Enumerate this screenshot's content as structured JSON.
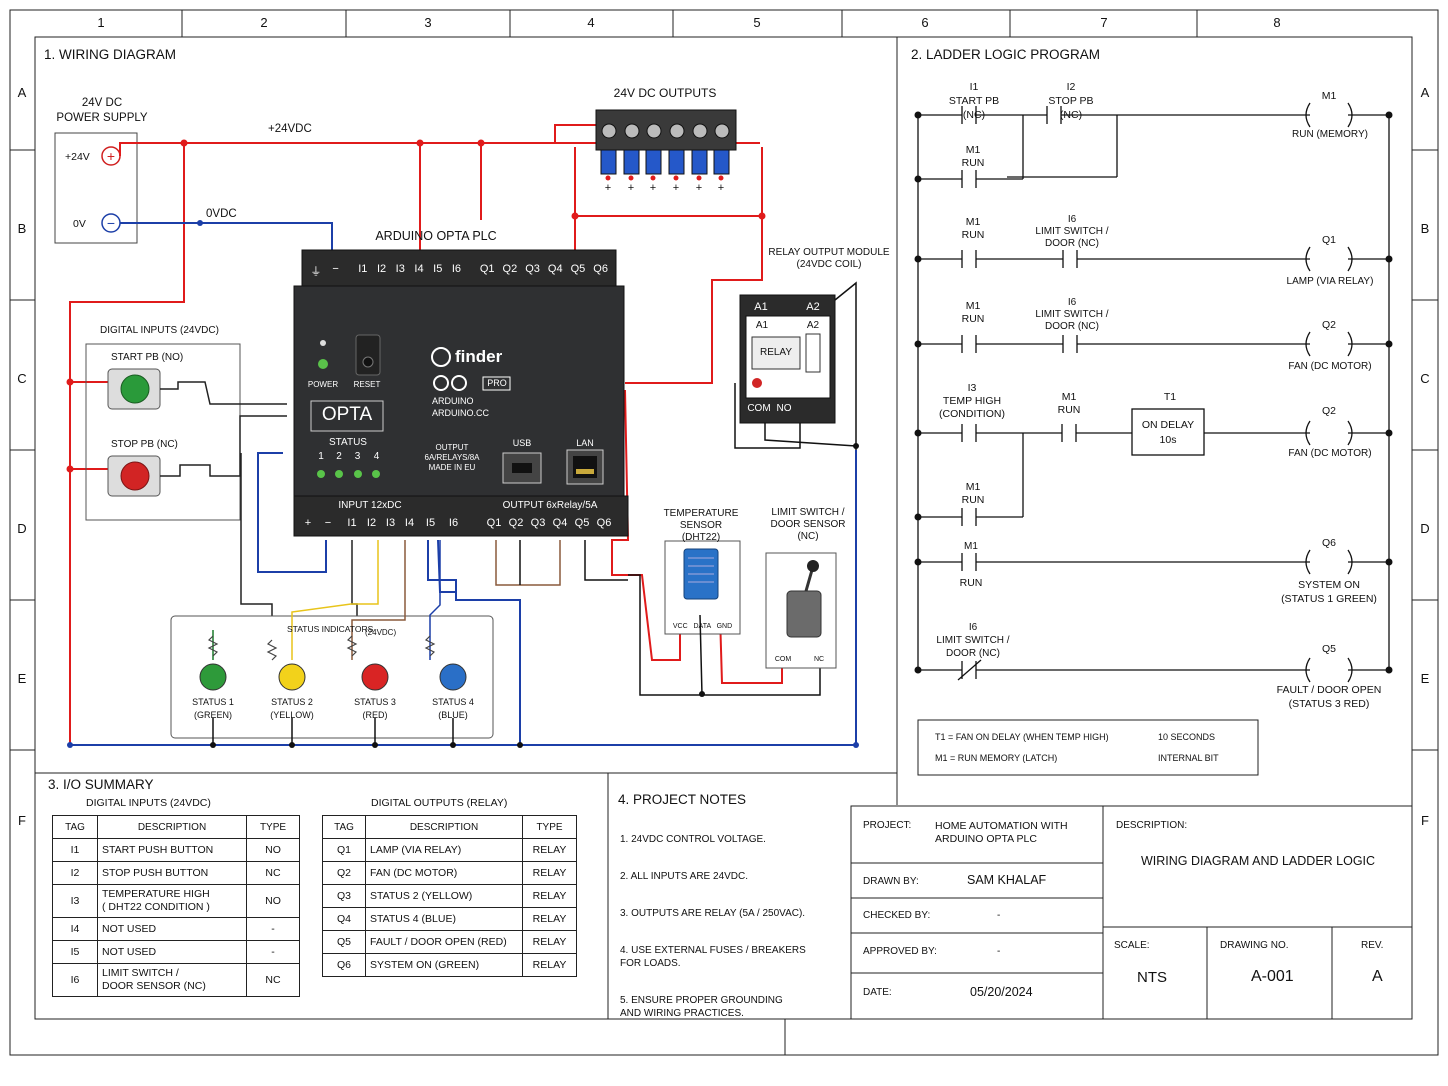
{
  "grid": {
    "columns": [
      "1",
      "2",
      "3",
      "4",
      "5",
      "6",
      "7",
      "8"
    ],
    "rows": [
      "A",
      "B",
      "C",
      "D",
      "E",
      "F"
    ]
  },
  "wiring": {
    "title": "1. WIRING DIAGRAM",
    "psu_label": "24V DC\nPOWER SUPPLY",
    "psu_pos": "+24V",
    "psu_neg": "0V",
    "rail_pos": "+24VDC",
    "rail_neg": "0VDC",
    "outputs_label": "24V DC OUTPUTS",
    "outputs_plus": [
      "+",
      "+",
      "+",
      "+",
      "+",
      "+"
    ],
    "plc_label": "ARDUINO OPTA  PLC",
    "plc_top_terminals": [
      "⏚",
      "−",
      "I1",
      "I2",
      "I3",
      "I4",
      "I5",
      "I6",
      "Q1",
      "Q2",
      "Q3",
      "Q4",
      "Q5",
      "Q6"
    ],
    "plc_brand": "finder",
    "plc_pro": "PRO",
    "plc_arduino": "ARDUINO\nARDUINO.CC",
    "plc_power": "POWER",
    "plc_reset": "RESET",
    "plc_name": "OPTA",
    "plc_status": "STATUS",
    "plc_status_nums": [
      "1",
      "2",
      "3",
      "4"
    ],
    "plc_output_info": "OUTPUT\n6A/RELAYS/8A\nMADE IN EU",
    "plc_usb": "USB",
    "plc_lan": "LAN",
    "plc_input_hdr": "INPUT 12xDC",
    "plc_output_hdr": "OUTPUT 6xRelay/5A",
    "plc_bottom_in": [
      "+",
      "−",
      "I1",
      "I2",
      "I3",
      "I4",
      "I5",
      "I6"
    ],
    "plc_bottom_out": [
      "Q1",
      "Q2",
      "Q3",
      "Q4",
      "Q5",
      "Q6"
    ],
    "digital_inputs_label": "DIGITAL INPUTS (24VDC)",
    "start_pb": "START PB (NO)",
    "stop_pb": "STOP PB (NC)",
    "relay_module_label": "RELAY OUTPUT MODULE\n(24VDC COIL)",
    "relay_a1": "A1",
    "relay_a2": "A2",
    "relay_text": "RELAY",
    "relay_com": "COM",
    "relay_no": "NO",
    "temp_sensor": "TEMPERATURE SENSOR\n(DHT22)",
    "dht_pins": "VCC   DATA   GND",
    "limit_switch": "LIMIT SWITCH /\nDOOR SENSOR\n(NC)",
    "limit_pins": [
      "COM",
      "NC"
    ],
    "status_indicators": "STATUS INDICATORS",
    "status_voltage": "(24VDC)",
    "status_lamps": [
      {
        "label": "STATUS 1\n(GREEN)",
        "color": "#2e9a3a"
      },
      {
        "label": "STATUS 2\n(YELLOW)",
        "color": "#f2d21b"
      },
      {
        "label": "STATUS 3\n(RED)",
        "color": "#d92424"
      },
      {
        "label": "STATUS 4\n(BLUE)",
        "color": "#2a6fc7"
      }
    ]
  },
  "ladder": {
    "title": "2. LADDER LOGIC PROGRAM",
    "r1": {
      "c1": "I1\nSTART PB\n(NC)",
      "c2": "I2\nSTOP PB\n(NC)",
      "coil_tag": "M1",
      "coil_desc": "RUN (MEMORY)",
      "branch": "M1\nRUN"
    },
    "r2": {
      "c1": "M1\nRUN",
      "c2": "I6\nLIMIT SWITCH /\nDOOR (NC)",
      "coil_tag": "Q1",
      "coil_desc": "LAMP (VIA RELAY)"
    },
    "r3": {
      "c1": "M1\nRUN",
      "c2": "I6\nLIMIT SWITCH /\nDOOR (NC)",
      "coil_tag": "Q2",
      "coil_desc": "FAN (DC MOTOR)"
    },
    "r4": {
      "c1": "I3\nTEMP HIGH\n(CONDITION)",
      "c2": "M1\nRUN",
      "timer_tag": "T1",
      "timer_text": "ON DELAY\n10s",
      "coil_tag": "Q2",
      "coil_desc": "FAN (DC MOTOR)",
      "branch": "M1\nRUN"
    },
    "r5": {
      "c1_tag": "M1",
      "c1": "RUN",
      "coil_tag": "Q6",
      "coil_desc": "SYSTEM ON\n(STATUS 1 GREEN)"
    },
    "r6": {
      "c1": "I6\nLIMIT SWITCH /\nDOOR (NC)",
      "coil_tag": "Q5",
      "coil_desc": "FAULT / DOOR OPEN\n(STATUS 3 RED)"
    },
    "legend": [
      {
        "key": "T1 = FAN ON DELAY (WHEN TEMP HIGH)",
        "val": "10 SECONDS"
      },
      {
        "key": "M1 = RUN MEMORY (LATCH)",
        "val": "INTERNAL BIT"
      }
    ]
  },
  "io": {
    "title": "3. I/O SUMMARY",
    "inputs_title": "DIGITAL INPUTS (24VDC)",
    "outputs_title": "DIGITAL OUTPUTS (RELAY)",
    "headers": [
      "TAG",
      "DESCRIPTION",
      "TYPE"
    ],
    "inputs": [
      [
        "I1",
        "START PUSH BUTTON",
        "NO"
      ],
      [
        "I2",
        "STOP PUSH BUTTON",
        "NC"
      ],
      [
        "I3",
        "TEMPERATURE HIGH\n( DHT22 CONDITION )",
        "NO"
      ],
      [
        "I4",
        "NOT USED",
        "-"
      ],
      [
        "I5",
        "NOT USED",
        "-"
      ],
      [
        "I6",
        "LIMIT SWITCH /\nDOOR SENSOR (NC)",
        "NC"
      ]
    ],
    "outputs": [
      [
        "Q1",
        "LAMP (VIA RELAY)",
        "RELAY"
      ],
      [
        "Q2",
        "FAN (DC MOTOR)",
        "RELAY"
      ],
      [
        "Q3",
        "STATUS 2 (YELLOW)",
        "RELAY"
      ],
      [
        "Q4",
        "STATUS 4 (BLUE)",
        "RELAY"
      ],
      [
        "Q5",
        "FAULT / DOOR OPEN (RED)",
        "RELAY"
      ],
      [
        "Q6",
        "SYSTEM ON (GREEN)",
        "RELAY"
      ]
    ]
  },
  "notes": {
    "title": "4. PROJECT NOTES",
    "items": [
      "1.  24VDC CONTROL VOLTAGE.",
      "2.  ALL INPUTS ARE 24VDC.",
      "3.  OUTPUTS ARE RELAY (5A / 250VAC).",
      "4.  USE EXTERNAL FUSES / BREAKERS\n     FOR LOADS.",
      "5.  ENSURE PROPER GROUNDING\n     AND WIRING PRACTICES."
    ]
  },
  "title_block": {
    "project_label": "PROJECT:",
    "project_value": "HOME AUTOMATION WITH\nARDUINO OPTA PLC",
    "description_label": "DESCRIPTION:",
    "description_value": "WIRING DIAGRAM AND LADDER LOGIC",
    "drawn_label": "DRAWN BY:",
    "drawn_value": "SAM KHALAF",
    "checked_label": "CHECKED BY:",
    "checked_value": "-",
    "approved_label": "APPROVED BY:",
    "approved_value": "-",
    "date_label": "DATE:",
    "date_value": "05/20/2024",
    "scale_label": "SCALE:",
    "scale_value": "NTS",
    "drawing_label": "DRAWING NO.",
    "drawing_value": "A-001",
    "rev_label": "REV.",
    "rev_value": "A"
  },
  "colors": {
    "red": "#e01b1b",
    "blue": "#1c3fa8",
    "yellow": "#e8c41a",
    "brown": "#8a5a3c",
    "black": "#111111"
  }
}
